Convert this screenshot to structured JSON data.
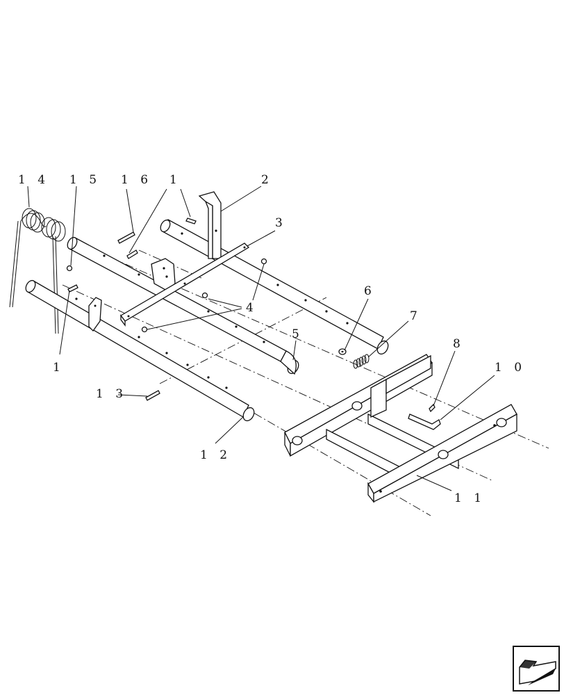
{
  "diagram": {
    "callouts": [
      {
        "id": "c14",
        "text": "1 4"
      },
      {
        "id": "c15",
        "text": "1 5"
      },
      {
        "id": "c16",
        "text": "1 6"
      },
      {
        "id": "c1a",
        "text": "1"
      },
      {
        "id": "c2",
        "text": "2"
      },
      {
        "id": "c3",
        "text": "3"
      },
      {
        "id": "c4",
        "text": "4"
      },
      {
        "id": "c6",
        "text": "6"
      },
      {
        "id": "c7",
        "text": "7"
      },
      {
        "id": "c5",
        "text": "5"
      },
      {
        "id": "c8",
        "text": "8"
      },
      {
        "id": "c10",
        "text": "1 0"
      },
      {
        "id": "c1b",
        "text": "1"
      },
      {
        "id": "c13",
        "text": "1 3"
      },
      {
        "id": "c12",
        "text": "1 2"
      },
      {
        "id": "c11",
        "text": "1 1"
      }
    ],
    "nav_icon": "arrow-return-icon"
  }
}
